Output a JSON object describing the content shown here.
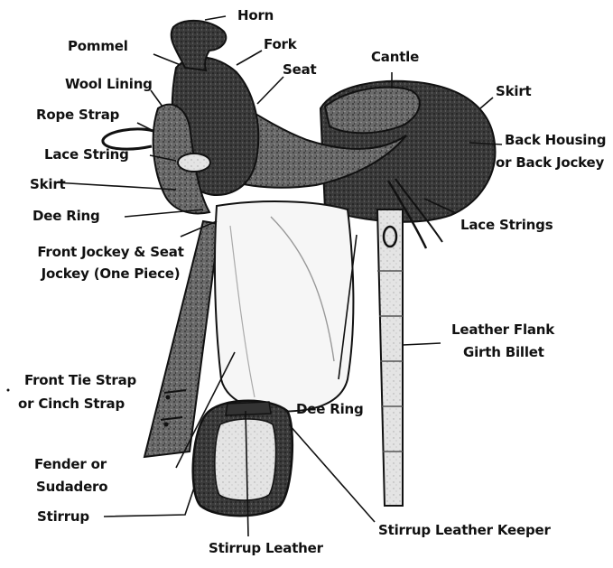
{
  "diagram": {
    "labels": {
      "horn": "Horn",
      "pommel": "Pommel",
      "fork": "Fork",
      "seat": "Seat",
      "cantle": "Cantle",
      "wool_lining": "Wool Lining",
      "skirt_back": "Skirt",
      "rope_strap": "Rope Strap",
      "back_housing_1": "Back Housing",
      "back_housing_2": "or Back Jockey",
      "lace_string": "Lace String",
      "skirt_front": "Skirt",
      "dee_ring_front": "Dee Ring",
      "lace_strings": "Lace Strings",
      "front_jockey_1": "Front Jockey & Seat",
      "front_jockey_2": "Jockey (One Piece)",
      "flank_1": "Leather Flank",
      "flank_2": "Girth Billet",
      "front_tie_1": "Front Tie Strap",
      "front_tie_2": "or Cinch Strap",
      "dee_ring_lower": "Dee Ring",
      "fender_1": "Fender or",
      "fender_2": "Sudadero",
      "stirrup": "Stirrup",
      "stirrup_keeper": "Stirrup Leather Keeper",
      "stirrup_leather": "Stirrup Leather"
    }
  }
}
